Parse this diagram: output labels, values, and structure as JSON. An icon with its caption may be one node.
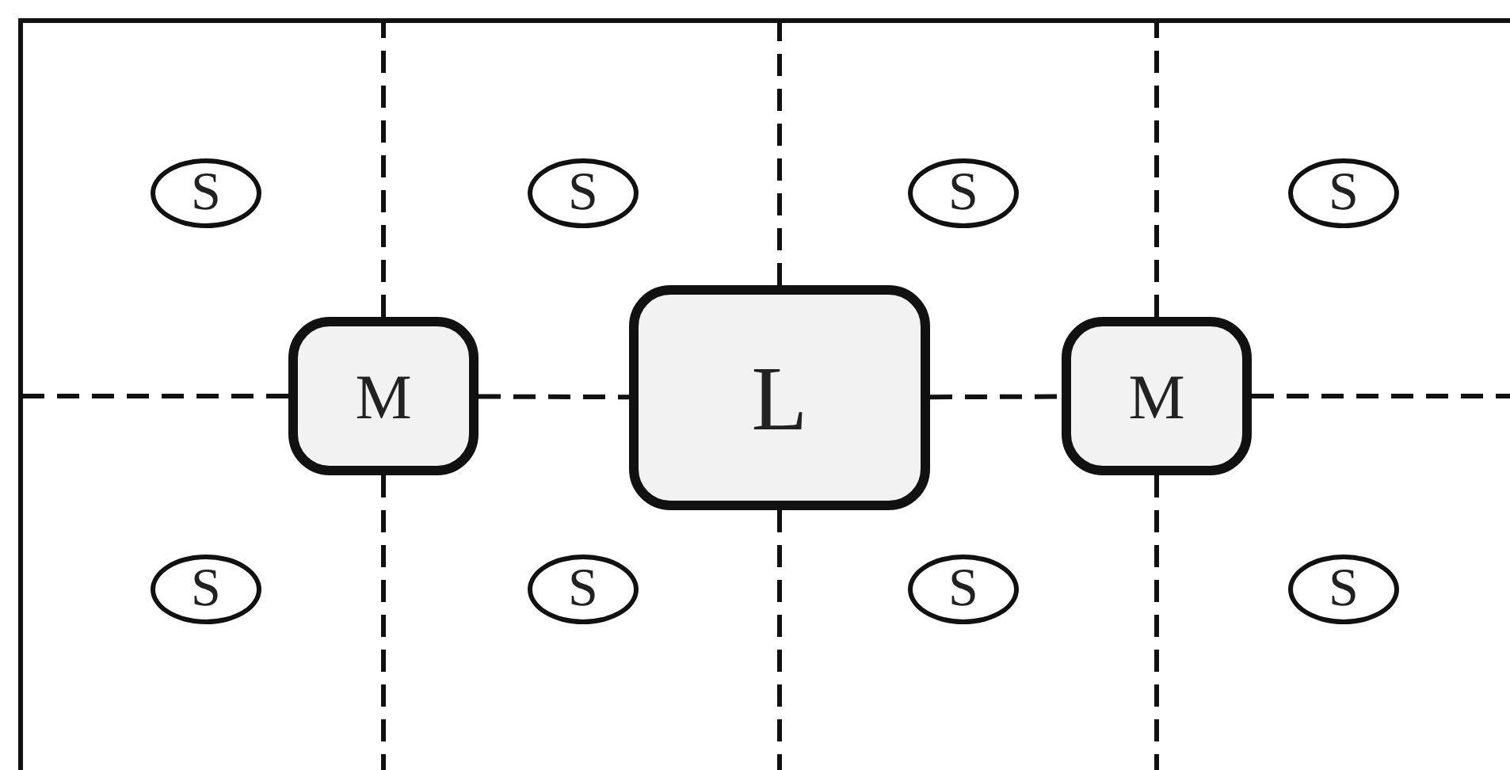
{
  "diagram": {
    "nodes": [
      {
        "text": [
          "S"
        ]
      },
      {
        "text": [
          "S"
        ]
      },
      {
        "text": [
          "S"
        ]
      },
      {
        "text": [
          "S"
        ]
      },
      {
        "text": [
          "M"
        ]
      },
      {
        "text": [
          "L"
        ]
      },
      {
        "text": [
          "M"
        ]
      },
      {
        "text": [
          "S"
        ]
      },
      {
        "text": [
          "S"
        ]
      },
      {
        "text": [
          "S"
        ]
      },
      {
        "text": [
          "S"
        ]
      }
    ],
    "edges": [
      {
        "from": null,
        "to": 4,
        "arrow": "none",
        "style": "dashed"
      },
      {
        "from": 4,
        "to": 5,
        "arrow": "none",
        "style": "dashed"
      },
      {
        "from": 5,
        "to": 6,
        "arrow": "none",
        "style": "dashed"
      },
      {
        "from": 6,
        "to": null,
        "arrow": "none",
        "style": "dashed"
      },
      {
        "from": 4,
        "to": null,
        "arrow": "none",
        "style": "dashed"
      },
      {
        "from": 4,
        "to": null,
        "arrow": "none",
        "style": "dashed"
      },
      {
        "from": 5,
        "to": null,
        "arrow": "none",
        "style": "dashed"
      },
      {
        "from": 5,
        "to": null,
        "arrow": "none",
        "style": "dashed"
      },
      {
        "from": 6,
        "to": null,
        "arrow": "none",
        "style": "dashed"
      },
      {
        "from": 6,
        "to": null,
        "arrow": "none",
        "style": "dashed"
      }
    ]
  }
}
